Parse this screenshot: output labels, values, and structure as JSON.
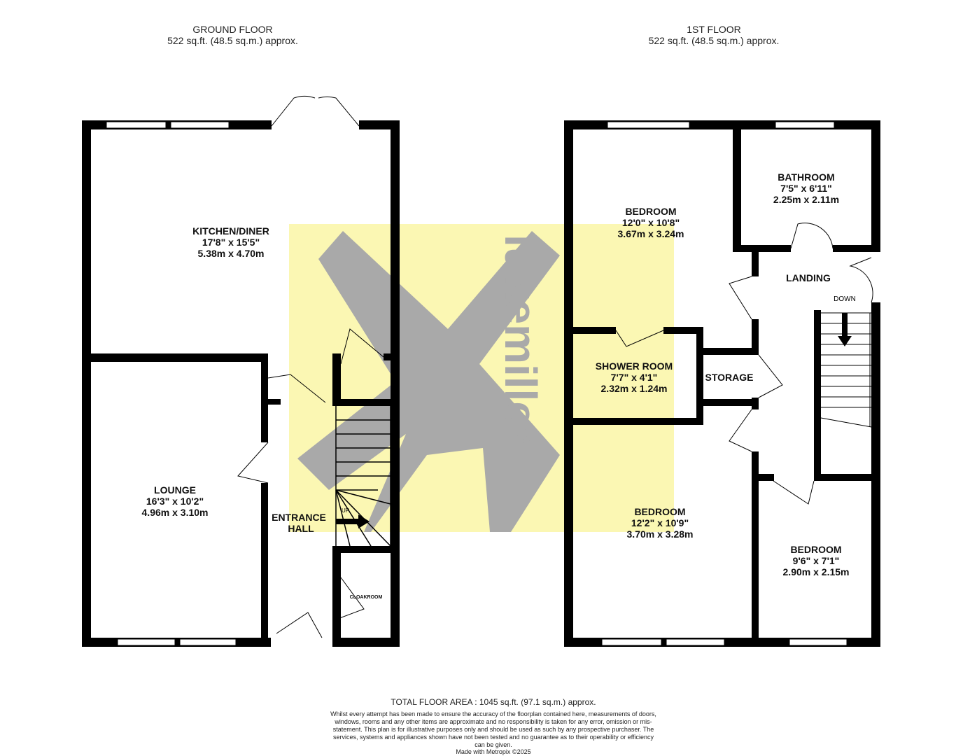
{
  "ground_floor": {
    "title": "GROUND FLOOR",
    "area": "522 sq.ft. (48.5 sq.m.) approx."
  },
  "first_floor": {
    "title": "1ST FLOOR",
    "area": "522 sq.ft. (48.5 sq.m.) approx."
  },
  "rooms": {
    "kitchen": {
      "name": "KITCHEN/DINER",
      "imperial": "17'8\"  x 15'5\"",
      "metric": "5.38m  x 4.70m"
    },
    "lounge": {
      "name": "LOUNGE",
      "imperial": "16'3\"  x 10'2\"",
      "metric": "4.96m  x 3.10m"
    },
    "entrance": {
      "name1": "ENTRANCE",
      "name2": "HALL",
      "stair": "UP"
    },
    "cloakroom": {
      "name": "CLOAKROOM"
    },
    "bedroom1": {
      "name": "BEDROOM",
      "imperial": "12'0\"  x 10'8\"",
      "metric": "3.67m  x 3.24m"
    },
    "bathroom": {
      "name": "BATHROOM",
      "imperial": "7'5\"  x 6'11\"",
      "metric": "2.25m  x 2.11m"
    },
    "landing": {
      "name": "LANDING",
      "stair": "DOWN"
    },
    "shower": {
      "name": "SHOWER ROOM",
      "imperial": "7'7\"  x 4'1\"",
      "metric": "2.32m  x 1.24m"
    },
    "storage": {
      "name": "STORAGE"
    },
    "bedroom2": {
      "name": "BEDROOM",
      "imperial": "12'2\"  x 10'9\"",
      "metric": "3.70m  x 3.28m"
    },
    "bedroom3": {
      "name": "BEDROOM",
      "imperial": "9'6\"  x 7'1\"",
      "metric": "2.90m  x 2.15m"
    }
  },
  "watermark": {
    "text": "lukemiller",
    "colors": {
      "yellow": "#fbf7b3",
      "grey": "#a9a9a9"
    }
  },
  "footer": {
    "total": "TOTAL FLOOR AREA : 1045 sq.ft. (97.1 sq.m.) approx.",
    "disclaimer": "Whilst every attempt has been made to ensure the accuracy of the floorplan contained here, measurements of doors, windows, rooms and any other items are approximate and no responsibility is taken for any error, omission or mis-statement. This plan is for illustrative purposes only and should be used as such by any prospective purchaser. The services, systems and appliances shown have not been tested and no guarantee as to their operability or efficiency can be given.",
    "credit": "Made with Metropix ©2025"
  }
}
